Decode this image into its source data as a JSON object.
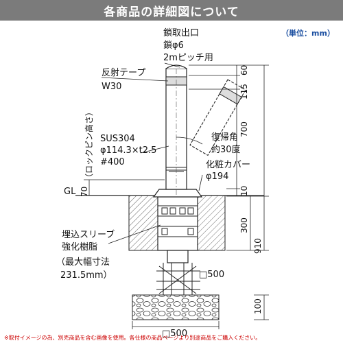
{
  "header": {
    "title": "各商品の詳細図について"
  },
  "unit_label": "（単位：mm）",
  "labels": {
    "chain_outlet_1": "鎖取出口",
    "chain_outlet_2": "鎖φ6",
    "chain_outlet_3": "2mピッチ用",
    "reflect_tape_1": "反射テープ",
    "reflect_tape_2": "W30",
    "lock_pin_height": "（ロックピン高さ）",
    "material_1": "SUS304",
    "material_2": "φ114.3×t2.5",
    "material_3": "#400",
    "return_angle_1": "復帰角",
    "return_angle_2": "約30度",
    "cover_1": "化粧カバー",
    "cover_2": "φ194",
    "gl": "GL",
    "embed_1": "埋込スリーブ",
    "embed_2": "強化樹脂",
    "embed_3": "（最大幅寸法",
    "embed_4": "231.5mm）",
    "sq_500_top": "□500",
    "sq_500_bottom": "□500"
  },
  "dimensions": {
    "d60": "60",
    "d115": "115",
    "d700": "700",
    "d70": "70",
    "d10": "10",
    "d300": "300",
    "d910": "910",
    "d100": "100"
  },
  "footnote": "※取付イメージの為、別売商品を含む画像を使用。各仕様の商品ページより別途商品をご購入ください。"
}
